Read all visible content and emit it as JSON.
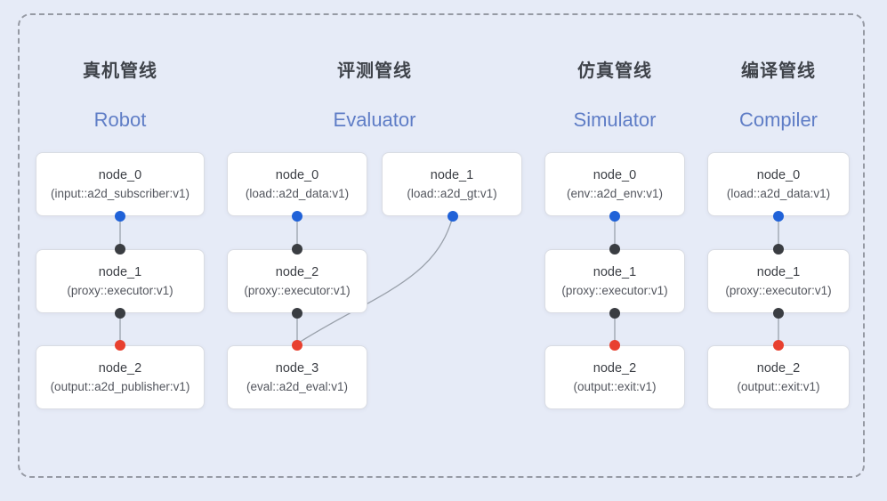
{
  "colors": {
    "background": "#e6ebf7",
    "frame_dash": "#969aa4",
    "node_background": "#ffffff",
    "node_border": "#d9dce3",
    "title_zh": "#3f434a",
    "title_en": "#5f7dc6",
    "edge_line": "#9aa1ab",
    "port_output_blue": "#2062d8",
    "port_input_dark": "#3a3d42",
    "port_result_red": "#e8402f"
  },
  "pipelines": [
    {
      "title_zh": "真机管线",
      "title_en": "Robot",
      "nodes": [
        {
          "name": "node_0",
          "type": "(input::a2d_subscriber:v1)"
        },
        {
          "name": "node_1",
          "type": "(proxy::executor:v1)"
        },
        {
          "name": "node_2",
          "type": "(output::a2d_publisher:v1)"
        }
      ],
      "edges": [
        {
          "from": "node_0",
          "to": "node_1"
        },
        {
          "from": "node_1",
          "to": "node_2"
        }
      ]
    },
    {
      "title_zh": "评测管线",
      "title_en": "Evaluator",
      "nodes": [
        {
          "name": "node_0",
          "type": "(load::a2d_data:v1)"
        },
        {
          "name": "node_1",
          "type": "(load::a2d_gt:v1)"
        },
        {
          "name": "node_2",
          "type": "(proxy::executor:v1)"
        },
        {
          "name": "node_3",
          "type": "(eval::a2d_eval:v1)"
        }
      ],
      "edges": [
        {
          "from": "node_0",
          "to": "node_2"
        },
        {
          "from": "node_2",
          "to": "node_3"
        },
        {
          "from": "node_1",
          "to": "node_3"
        }
      ]
    },
    {
      "title_zh": "仿真管线",
      "title_en": "Simulator",
      "nodes": [
        {
          "name": "node_0",
          "type": "(env::a2d_env:v1)"
        },
        {
          "name": "node_1",
          "type": "(proxy::executor:v1)"
        },
        {
          "name": "node_2",
          "type": "(output::exit:v1)"
        }
      ],
      "edges": [
        {
          "from": "node_0",
          "to": "node_1"
        },
        {
          "from": "node_1",
          "to": "node_2"
        }
      ]
    },
    {
      "title_zh": "编译管线",
      "title_en": "Compiler",
      "nodes": [
        {
          "name": "node_0",
          "type": "(load::a2d_data:v1)"
        },
        {
          "name": "node_1",
          "type": "(proxy::executor:v1)"
        },
        {
          "name": "node_2",
          "type": "(output::exit:v1)"
        }
      ],
      "edges": [
        {
          "from": "node_0",
          "to": "node_1"
        },
        {
          "from": "node_1",
          "to": "node_2"
        }
      ]
    }
  ]
}
